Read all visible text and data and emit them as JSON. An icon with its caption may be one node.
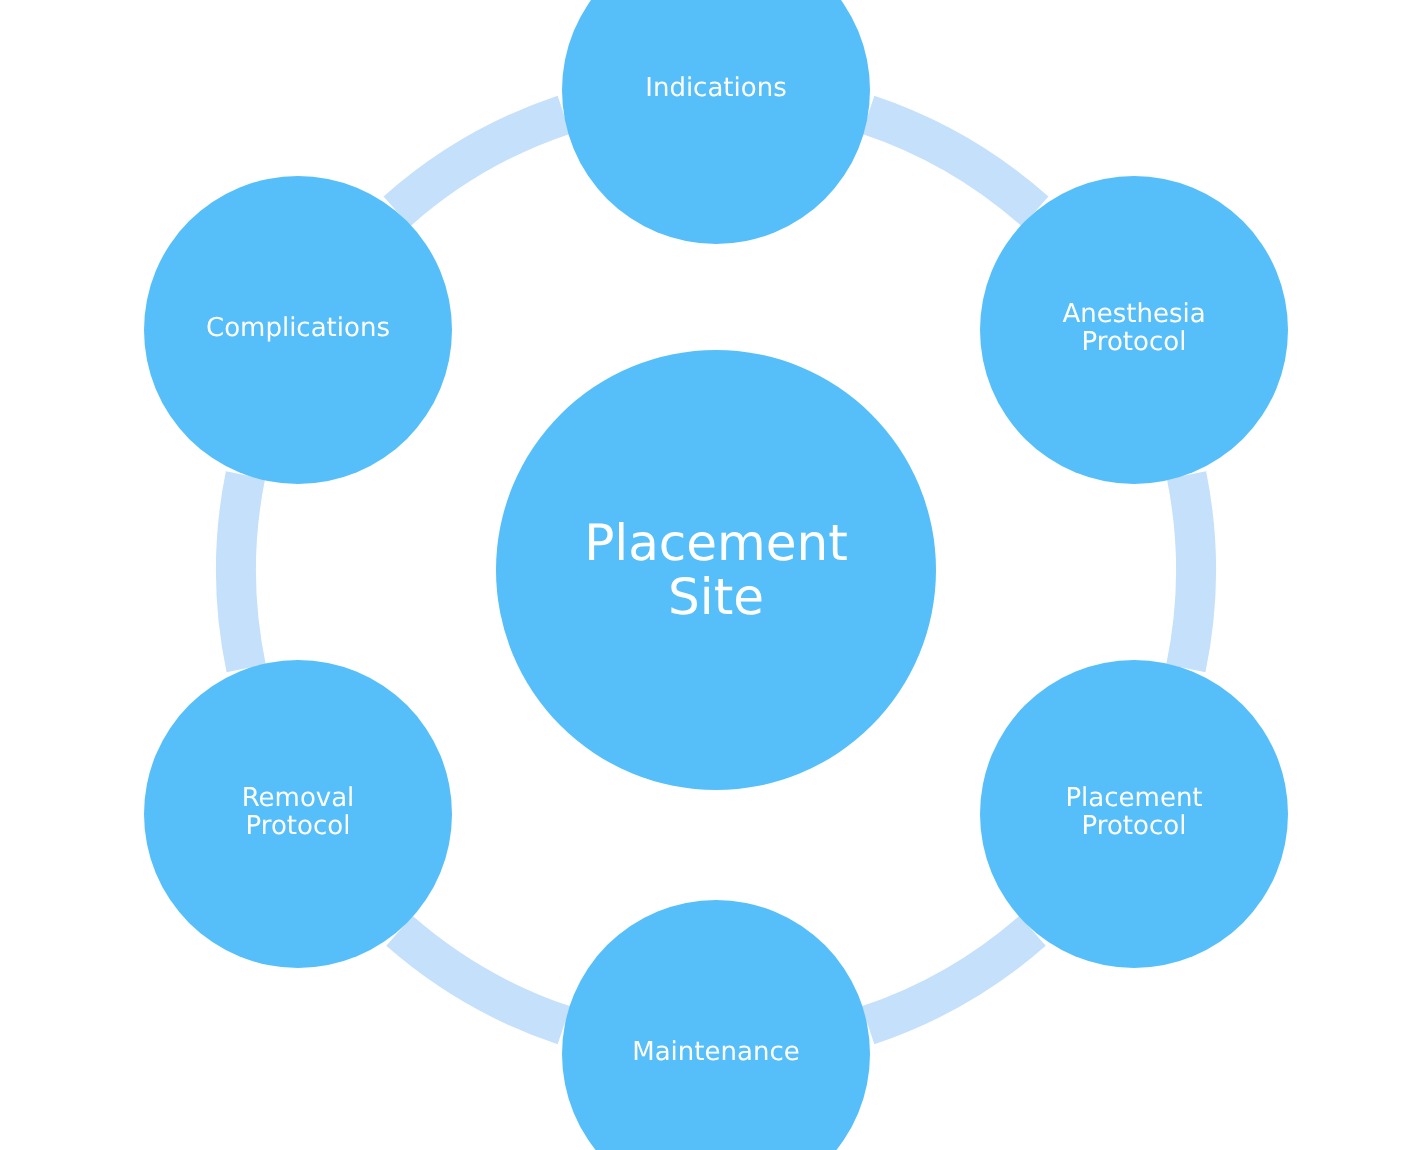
{
  "diagram": {
    "nodes": [
      {
        "text": [
          "Placement Site"
        ]
      },
      {
        "text": [
          "Indications"
        ]
      },
      {
        "text": [
          "Anesthesia Protocol"
        ]
      },
      {
        "text": [
          "Placement Protocol"
        ]
      },
      {
        "text": [
          "Maintenance"
        ]
      },
      {
        "text": [
          "Removal Protocol"
        ]
      },
      {
        "text": [
          "Complications"
        ]
      }
    ],
    "edges": [
      {
        "from": 1,
        "to": 2,
        "arrow": "none"
      },
      {
        "from": 2,
        "to": 3,
        "arrow": "none"
      },
      {
        "from": 3,
        "to": 4,
        "arrow": "none"
      },
      {
        "from": 4,
        "to": 5,
        "arrow": "none"
      },
      {
        "from": 5,
        "to": 6,
        "arrow": "none"
      },
      {
        "from": 6,
        "to": 1,
        "arrow": "none"
      }
    ]
  }
}
